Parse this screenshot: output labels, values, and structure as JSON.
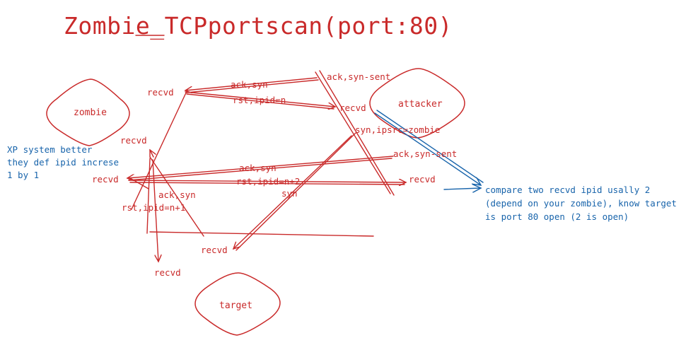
{
  "title": "Zombie_TCPportscan(port:80)",
  "nodes": {
    "zombie": "zombie",
    "attacker": "attacker",
    "target": "target"
  },
  "labels": {
    "ack_syn_1": "ack,syn",
    "ack_syn_sent_1": "ack,syn-sent",
    "recvd_zombie_1": "recvd",
    "rst_ipid_n": "rst,ipid=n",
    "recvd_attacker_1": "recvd",
    "syn_ipsrc_zombie": "syn,ipsrc=zombie",
    "recvd_zombie_2": "recvd",
    "ack_syn_sent_2": "ack,syn-sent",
    "ack_syn_2": "ack,syn",
    "recvd_zombie_3": "recvd",
    "rst_ipid_n2": "rst,ipid=n+2",
    "recvd_attacker_2": "recvd",
    "syn": "syn",
    "ack_syn_3": "ack,syn",
    "rst_ipid_n1": "rst,ipid=n+1",
    "recvd_target": "recvd",
    "recvd_bottom": "recvd"
  },
  "notes": {
    "xp_note": [
      "XP system better",
      "they def ipid increse",
      "1 by 1"
    ],
    "compare_note": [
      "compare two recvd ipid usally 2",
      "(depend on your zombie), know target",
      "is port 80 open (2 is open)"
    ]
  },
  "colors": {
    "red": "#c92a2a",
    "blue": "#1864ab"
  }
}
